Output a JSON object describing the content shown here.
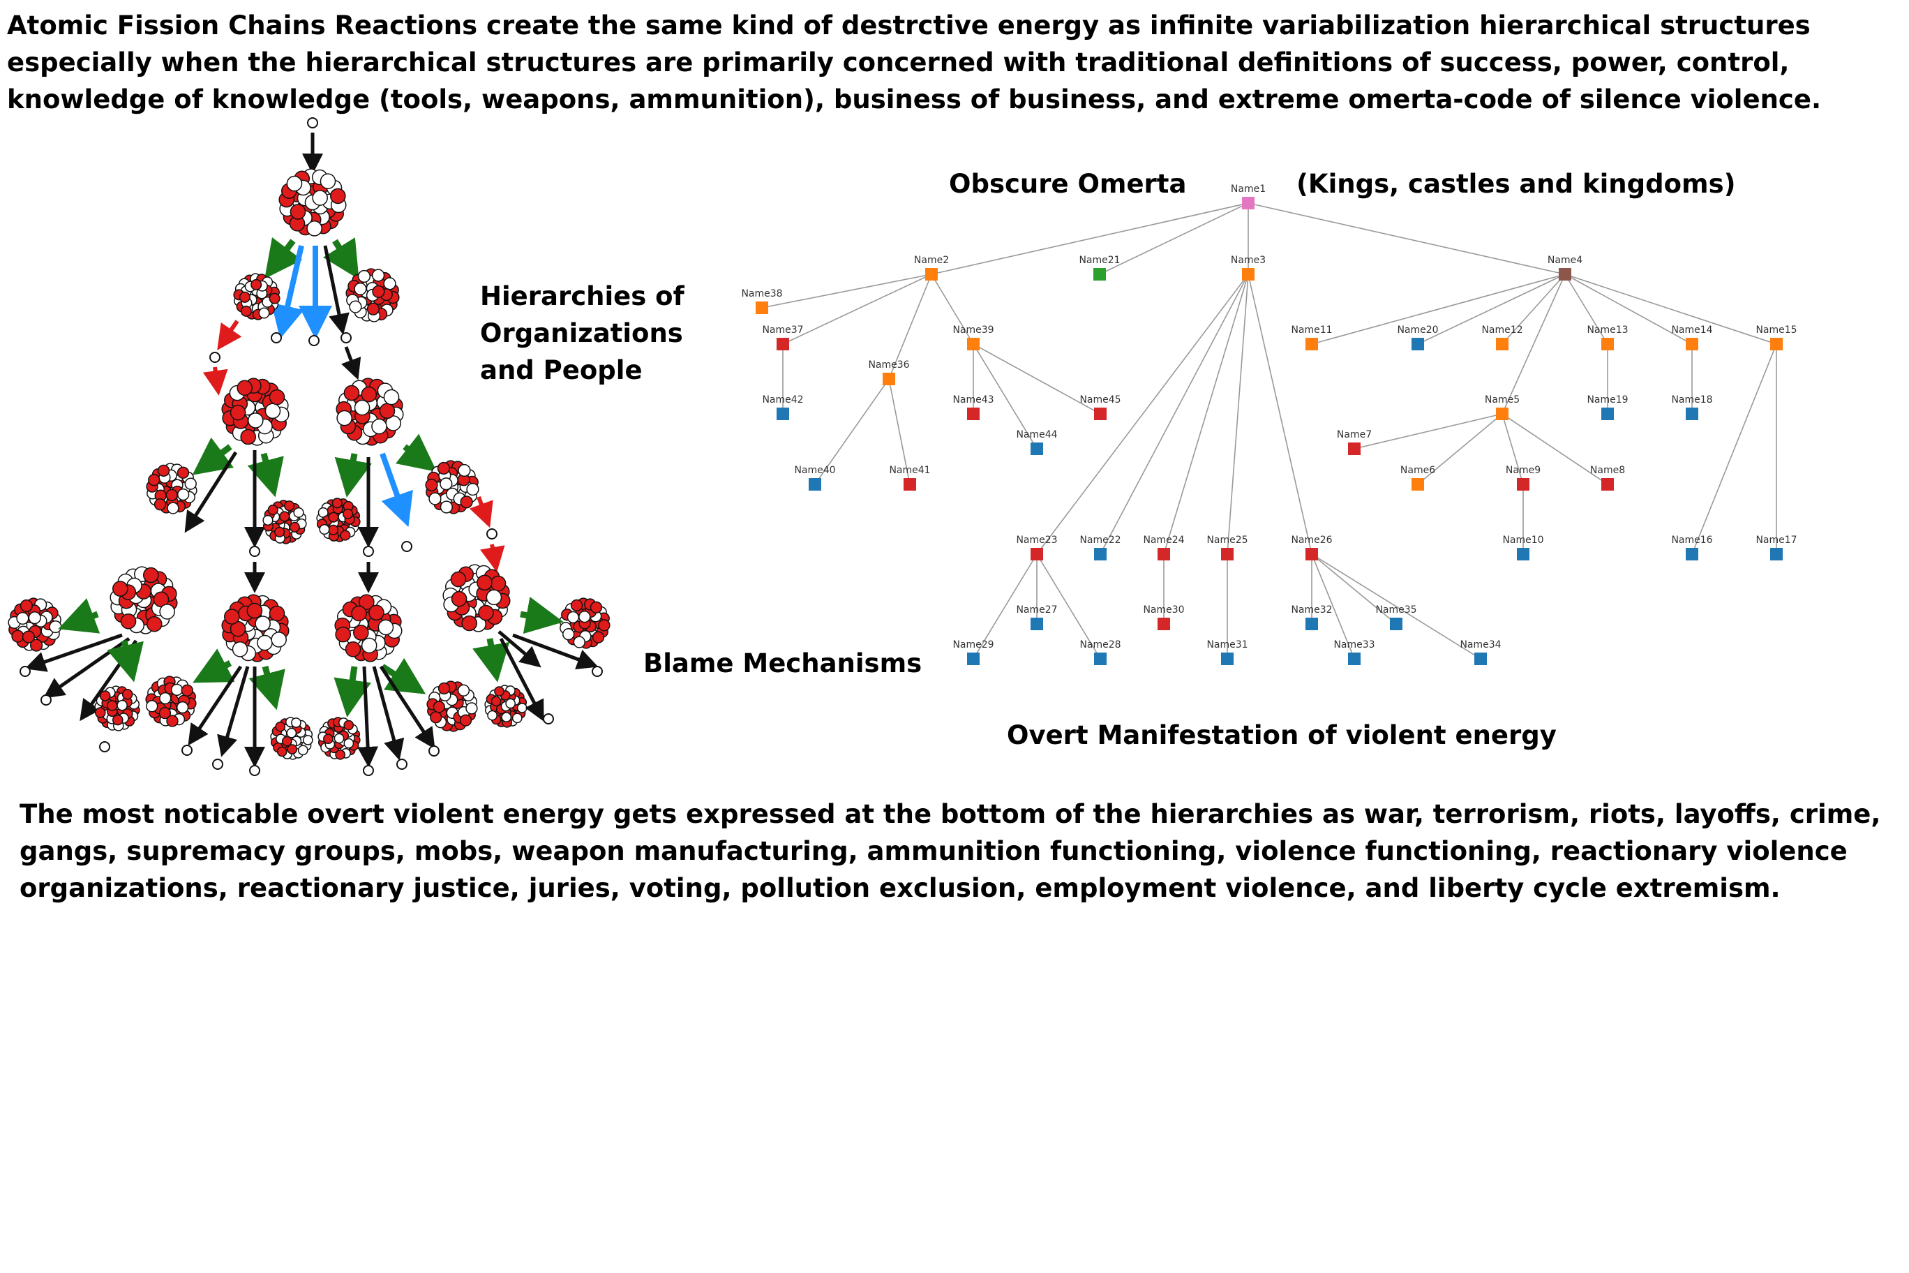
{
  "header": {
    "text": "Atomic Fission Chains Reactions create the same kind of destrctive energy as infinite variabilization hierarchical structures especially when the hierarchical structures are primarily concerned with traditional definitions of success, power, control, knowledge of knowledge  (tools, weapons, ammunition), business of business, and extreme omerta-code of silence violence."
  },
  "labels": {
    "obscure": "Obscure Omerta",
    "kings": "(Kings, castles and kingdoms)",
    "hierarchies": "Hierarchies of Organizations and People",
    "blame": "Blame Mechanisms",
    "overt": "Overt Manifestation of violent energy"
  },
  "footer": {
    "text": "The most noticable overt violent energy gets expressed at the bottom of the hierarchies as war, terrorism, riots, layoffs, crime, gangs, supremacy groups, mobs, weapon manufacturing, ammunition functioning, violence functioning, reactionary violence organizations, reactionary justice, juries, voting, pollution exclusion, employment violence, and liberty cycle extremism."
  },
  "colors": {
    "pink": "#e377c2",
    "orange": "#ff7f0e",
    "green": "#2ca02c",
    "red": "#d62728",
    "blue": "#1f77b4",
    "brown": "#8c564b",
    "edge": "#999999",
    "arrow_green": "#1a7a1a",
    "arrow_blue": "#1e90ff",
    "arrow_red": "#e01b1b",
    "arrow_black": "#111111"
  },
  "tree": {
    "nodes": [
      {
        "id": "Name1",
        "color": "pink"
      },
      {
        "id": "Name2",
        "color": "orange"
      },
      {
        "id": "Name21",
        "color": "green"
      },
      {
        "id": "Name3",
        "color": "orange"
      },
      {
        "id": "Name4",
        "color": "brown"
      },
      {
        "id": "Name38",
        "color": "orange"
      },
      {
        "id": "Name37",
        "color": "red"
      },
      {
        "id": "Name39",
        "color": "orange"
      },
      {
        "id": "Name36",
        "color": "orange"
      },
      {
        "id": "Name42",
        "color": "blue"
      },
      {
        "id": "Name43",
        "color": "red"
      },
      {
        "id": "Name45",
        "color": "red"
      },
      {
        "id": "Name44",
        "color": "blue"
      },
      {
        "id": "Name40",
        "color": "blue"
      },
      {
        "id": "Name41",
        "color": "red"
      },
      {
        "id": "Name11",
        "color": "orange"
      },
      {
        "id": "Name20",
        "color": "blue"
      },
      {
        "id": "Name12",
        "color": "orange"
      },
      {
        "id": "Name13",
        "color": "orange"
      },
      {
        "id": "Name14",
        "color": "orange"
      },
      {
        "id": "Name15",
        "color": "orange"
      },
      {
        "id": "Name5",
        "color": "orange"
      },
      {
        "id": "Name19",
        "color": "blue"
      },
      {
        "id": "Name18",
        "color": "blue"
      },
      {
        "id": "Name7",
        "color": "red"
      },
      {
        "id": "Name6",
        "color": "orange"
      },
      {
        "id": "Name9",
        "color": "red"
      },
      {
        "id": "Name8",
        "color": "red"
      },
      {
        "id": "Name10",
        "color": "blue"
      },
      {
        "id": "Name16",
        "color": "blue"
      },
      {
        "id": "Name17",
        "color": "blue"
      },
      {
        "id": "Name23",
        "color": "red"
      },
      {
        "id": "Name22",
        "color": "blue"
      },
      {
        "id": "Name24",
        "color": "red"
      },
      {
        "id": "Name25",
        "color": "red"
      },
      {
        "id": "Name26",
        "color": "red"
      },
      {
        "id": "Name27",
        "color": "blue"
      },
      {
        "id": "Name30",
        "color": "red"
      },
      {
        "id": "Name32",
        "color": "blue"
      },
      {
        "id": "Name35",
        "color": "blue"
      },
      {
        "id": "Name29",
        "color": "blue"
      },
      {
        "id": "Name28",
        "color": "blue"
      },
      {
        "id": "Name31",
        "color": "blue"
      },
      {
        "id": "Name33",
        "color": "blue"
      },
      {
        "id": "Name34",
        "color": "blue"
      }
    ],
    "edges": [
      [
        "Name1",
        "Name2"
      ],
      [
        "Name1",
        "Name21"
      ],
      [
        "Name1",
        "Name3"
      ],
      [
        "Name1",
        "Name4"
      ],
      [
        "Name2",
        "Name38"
      ],
      [
        "Name2",
        "Name37"
      ],
      [
        "Name2",
        "Name39"
      ],
      [
        "Name2",
        "Name36"
      ],
      [
        "Name37",
        "Name42"
      ],
      [
        "Name39",
        "Name43"
      ],
      [
        "Name39",
        "Name45"
      ],
      [
        "Name39",
        "Name44"
      ],
      [
        "Name36",
        "Name40"
      ],
      [
        "Name36",
        "Name41"
      ],
      [
        "Name3",
        "Name23"
      ],
      [
        "Name3",
        "Name22"
      ],
      [
        "Name3",
        "Name24"
      ],
      [
        "Name3",
        "Name25"
      ],
      [
        "Name3",
        "Name26"
      ],
      [
        "Name23",
        "Name27"
      ],
      [
        "Name23",
        "Name29"
      ],
      [
        "Name23",
        "Name28"
      ],
      [
        "Name24",
        "Name30"
      ],
      [
        "Name25",
        "Name31"
      ],
      [
        "Name26",
        "Name32"
      ],
      [
        "Name26",
        "Name33"
      ],
      [
        "Name26",
        "Name35"
      ],
      [
        "Name26",
        "Name34"
      ],
      [
        "Name4",
        "Name11"
      ],
      [
        "Name4",
        "Name20"
      ],
      [
        "Name4",
        "Name12"
      ],
      [
        "Name4",
        "Name13"
      ],
      [
        "Name4",
        "Name14"
      ],
      [
        "Name4",
        "Name15"
      ],
      [
        "Name4",
        "Name5"
      ],
      [
        "Name13",
        "Name19"
      ],
      [
        "Name14",
        "Name18"
      ],
      [
        "Name5",
        "Name7"
      ],
      [
        "Name5",
        "Name6"
      ],
      [
        "Name5",
        "Name9"
      ],
      [
        "Name5",
        "Name8"
      ],
      [
        "Name9",
        "Name10"
      ],
      [
        "Name15",
        "Name16"
      ],
      [
        "Name15",
        "Name17"
      ]
    ]
  }
}
